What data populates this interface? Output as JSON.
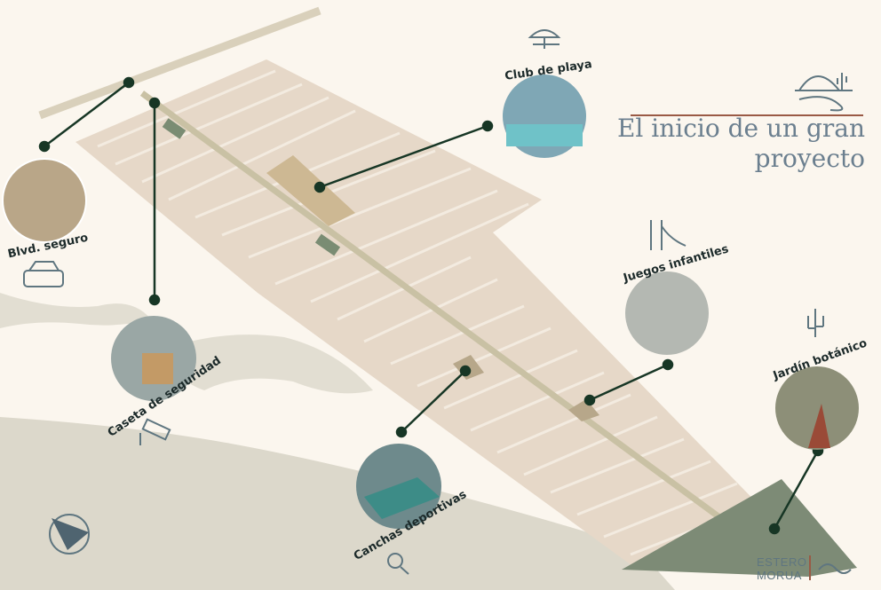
{
  "title": {
    "line1": "El inicio de un gran",
    "line2": "proyecto"
  },
  "amenities": [
    {
      "label": "Club de playa",
      "icon": "beach-umbrella-icon"
    },
    {
      "label": "Blvd. seguro",
      "icon": "car-icon"
    },
    {
      "label": "Caseta de seguridad",
      "icon": "security-camera-icon"
    },
    {
      "label": "Juegos infantiles",
      "icon": "slide-icon"
    },
    {
      "label": "Jardín botánico",
      "icon": "cactus-icon"
    },
    {
      "label": "Canchas deportivas",
      "icon": "paddle-racket-icon"
    }
  ],
  "brand": {
    "line1": "ESTERO",
    "line2": "MORUA"
  },
  "colors": {
    "background": "#fbf6ee",
    "lots": "#e6d8c8",
    "land": "#d8d4c6",
    "pins": "#1f3a2a",
    "accent": "#9a5a45",
    "title": "#6b7f8f"
  }
}
